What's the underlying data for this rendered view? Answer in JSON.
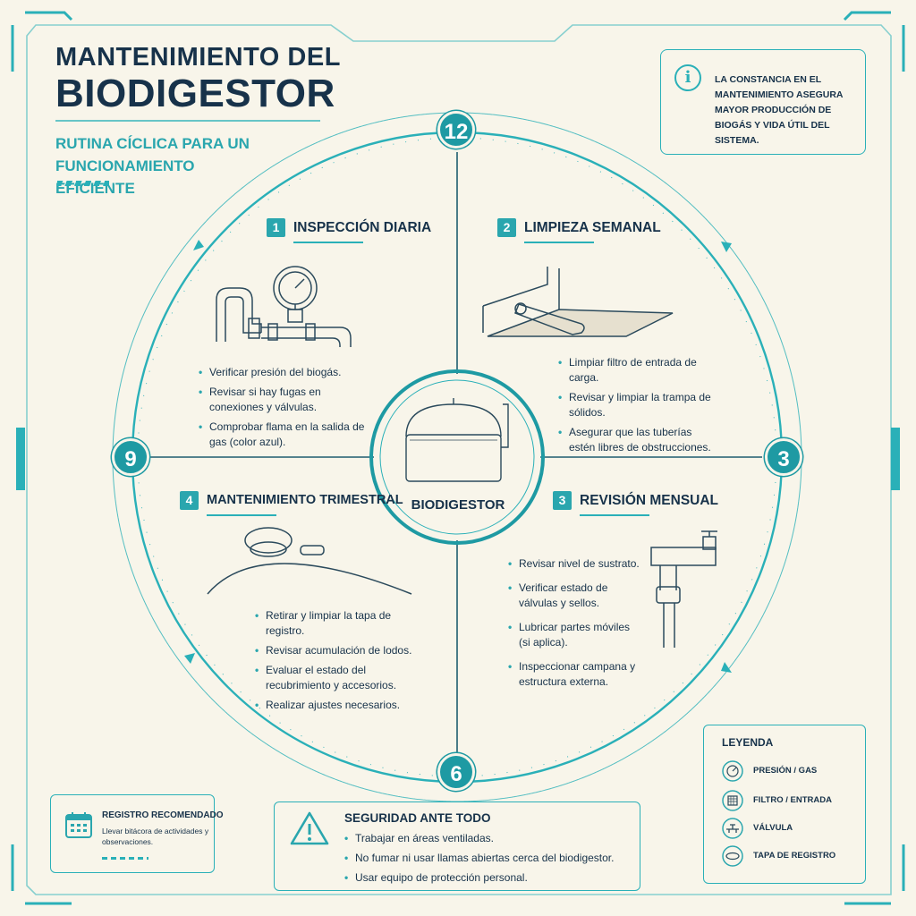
{
  "header": {
    "title_line1": "MANTENIMIENTO DEL",
    "title_line2": "BIODIGESTOR",
    "subtitle": "RUTINA CÍCLICA PARA UN FUNCIONAMIENTO EFICIENTE"
  },
  "info": {
    "icon": "info-icon",
    "text": "LA CONSTANCIA EN EL MANTENIMIENTO ASEGURA MAYOR PRODUCCIÓN DE BIOGÁS Y VIDA ÚTIL DEL SISTEMA."
  },
  "clock": {
    "n12": "12",
    "n3": "3",
    "n6": "6",
    "n9": "9"
  },
  "center": {
    "label": "BIODIGESTOR"
  },
  "sections": [
    {
      "number": "1",
      "title": "INSPECCIÓN DIARIA",
      "items": [
        "Verificar presión del biogás.",
        "Revisar si hay fugas en conexiones y válvulas.",
        "Comprobar flama en la salida de gas (color azul)."
      ]
    },
    {
      "number": "2",
      "title": "LIMPIEZA SEMANAL",
      "items": [
        "Limpiar filtro de entrada de carga.",
        "Revisar y limpiar la trampa de sólidos.",
        "Asegurar que las tuberías estén libres de obstrucciones."
      ]
    },
    {
      "number": "3",
      "title": "REVISIÓN MENSUAL",
      "items": [
        "Revisar nivel de sustrato.",
        "Verificar estado de válvulas y sellos.",
        "Lubricar partes móviles (si aplica).",
        "Inspeccionar campana y estructura externa."
      ]
    },
    {
      "number": "4",
      "title": "MANTENIMIENTO TRIMESTRAL",
      "items": [
        "Retirar y limpiar la tapa de registro.",
        "Revisar acumulación de lodos.",
        "Evaluar el estado del recubrimiento y accesorios.",
        "Realizar ajustes necesarios."
      ]
    }
  ],
  "registro": {
    "title": "REGISTRO RECOMENDADO",
    "text": "Llevar bitácora de actividades y observaciones.",
    "icon": "calendar-icon"
  },
  "seguridad": {
    "title": "SEGURIDAD ANTE TODO",
    "icon": "warning-icon",
    "items": [
      "Trabajar en áreas ventiladas.",
      "No fumar ni usar llamas abiertas cerca del biodigestor.",
      "Usar equipo de protección personal."
    ]
  },
  "legend": {
    "title": "LEYENDA",
    "items": [
      {
        "label": "PRESIÓN / GAS",
        "icon": "gauge-icon"
      },
      {
        "label": "FILTRO / ENTRADA",
        "icon": "filter-icon"
      },
      {
        "label": "VÁLVULA",
        "icon": "valve-icon"
      },
      {
        "label": "TAPA DE REGISTRO",
        "icon": "lid-icon"
      }
    ]
  },
  "colors": {
    "accent": "#2aa6ae",
    "dark": "#17324a",
    "background": "#f8f5ea"
  }
}
